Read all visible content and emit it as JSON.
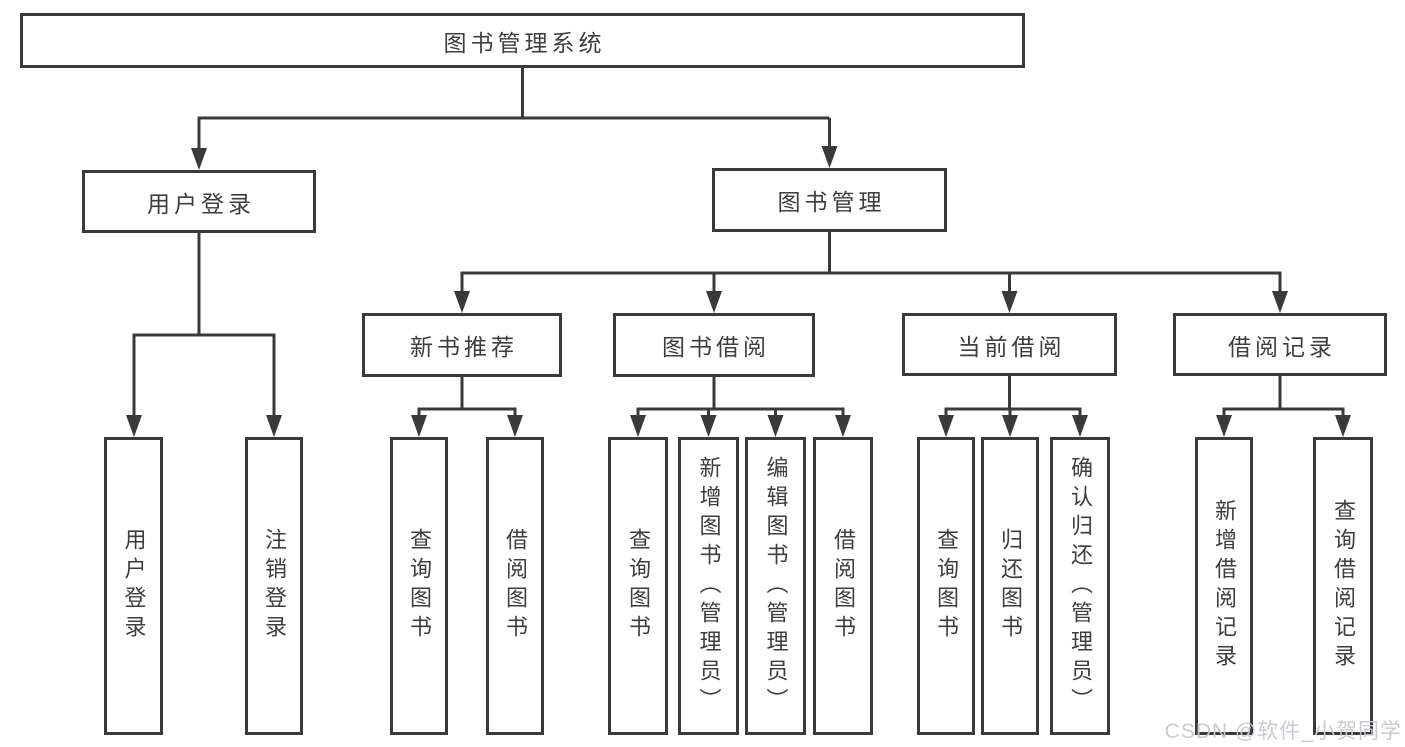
{
  "diagram": {
    "root": "图书管理系统",
    "branches": [
      {
        "label": "用户登录",
        "children": [
          "用户登录",
          "注销登录"
        ]
      },
      {
        "label": "图书管理",
        "groups": [
          {
            "label": "新书推荐",
            "children": [
              "查询图书",
              "借阅图书"
            ]
          },
          {
            "label": "图书借阅",
            "children": [
              "查询图书",
              "新增图书（管理员）",
              "编辑图书（管理员）",
              "借阅图书"
            ]
          },
          {
            "label": "当前借阅",
            "children": [
              "查询图书",
              "归还图书",
              "确认归还（管理员）"
            ]
          },
          {
            "label": "借阅记录",
            "children": [
              "新增借阅记录",
              "查询借阅记录"
            ]
          }
        ]
      }
    ]
  },
  "watermark": "CSDN @软件_小贺同学",
  "colors": {
    "line": "#3a3a3a",
    "text": "#3e3e3e",
    "watermark": "#c7c7ce",
    "background": "#ffffff"
  }
}
